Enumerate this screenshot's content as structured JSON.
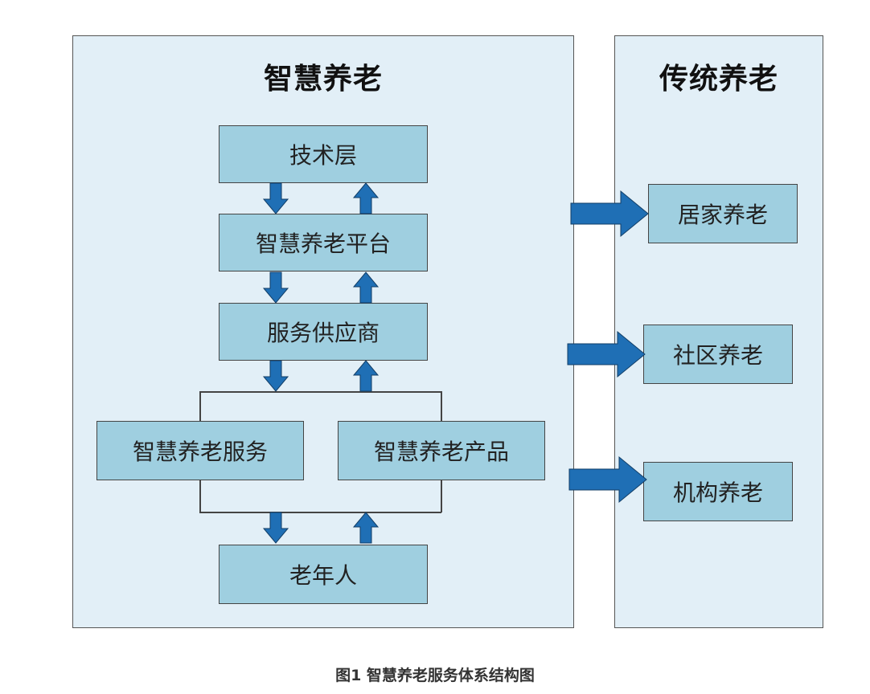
{
  "panels": {
    "smart": {
      "title": "智慧养老"
    },
    "traditional": {
      "title": "传统养老"
    }
  },
  "boxes": {
    "tech_layer": "技术层",
    "platform": "智慧养老平台",
    "provider": "服务供应商",
    "services": "智慧养老服务",
    "products": "智慧养老产品",
    "elderly": "老年人",
    "home_care": "居家养老",
    "community_care": "社区养老",
    "institution_care": "机构养老"
  },
  "caption": "图1 智慧养老服务体系结构图",
  "colors": {
    "panel_bg": "#e2eff7",
    "box_fill": "#9fcfe0",
    "arrow": "#1f6fb5"
  }
}
